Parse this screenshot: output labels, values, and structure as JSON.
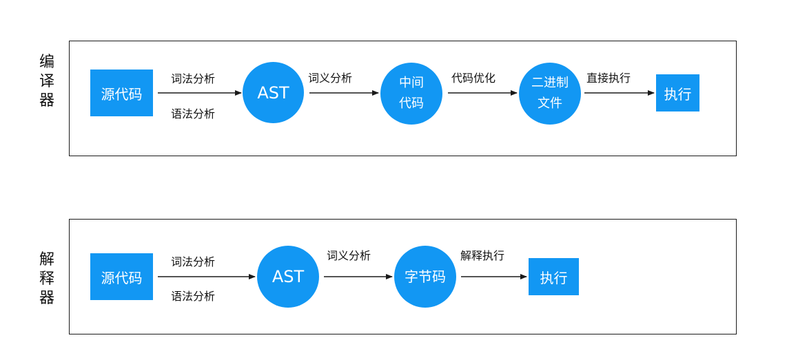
{
  "compiler": {
    "title_chars": [
      "编",
      "译",
      "器"
    ],
    "source": "源代码",
    "lex": "词法分析",
    "syntax": "语法分析",
    "ast": "AST",
    "semantic": "词义分析",
    "ir_line1": "中间",
    "ir_line2": "代码",
    "optimize": "代码优化",
    "bin_line1": "二进制",
    "bin_line2": "文件",
    "direct_exec": "直接执行",
    "exec": "执行"
  },
  "interpreter": {
    "title_chars": [
      "解",
      "释",
      "器"
    ],
    "source": "源代码",
    "lex": "词法分析",
    "syntax": "语法分析",
    "ast": "AST",
    "semantic": "词义分析",
    "bytecode": "字节码",
    "interp_exec": "解释执行",
    "exec": "执行"
  },
  "colors": {
    "node_fill": "#1297f3",
    "stroke": "#1a1a1a"
  }
}
